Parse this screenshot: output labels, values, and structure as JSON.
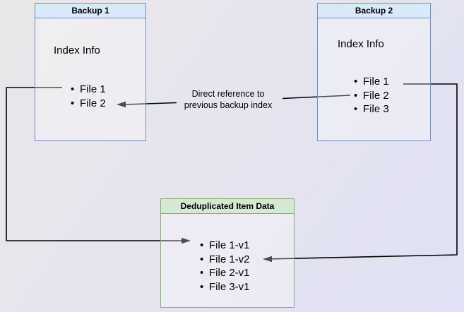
{
  "canvas": {
    "background_top_left": "#e9e7e8",
    "background_bottom_right": "#dfe1f4"
  },
  "icons": {
    "bullet": "•"
  },
  "nodes": {
    "backup1": {
      "title": "Backup 1",
      "body_heading": "Index Info",
      "items": [
        "File 1",
        "File 2"
      ],
      "border_color": "#6c8ebf",
      "title_fill": "#dae8fc"
    },
    "backup2": {
      "title": "Backup 2",
      "body_heading": "Index Info",
      "items": [
        "File 1",
        "File 2",
        "File 3"
      ],
      "border_color": "#6c8ebf",
      "title_fill": "#dae8fc"
    },
    "dedup": {
      "title": "Deduplicated Item Data",
      "items": [
        "File 1-v1",
        "File 1-v2",
        "File 2-v1",
        "File 3-v1"
      ],
      "border_color": "#82b366",
      "title_fill": "#d5e8d4"
    }
  },
  "edges": {
    "stroke_color": "#000000",
    "direct_reference": {
      "label_lines": [
        "Direct reference to",
        "previous backup index"
      ]
    }
  }
}
